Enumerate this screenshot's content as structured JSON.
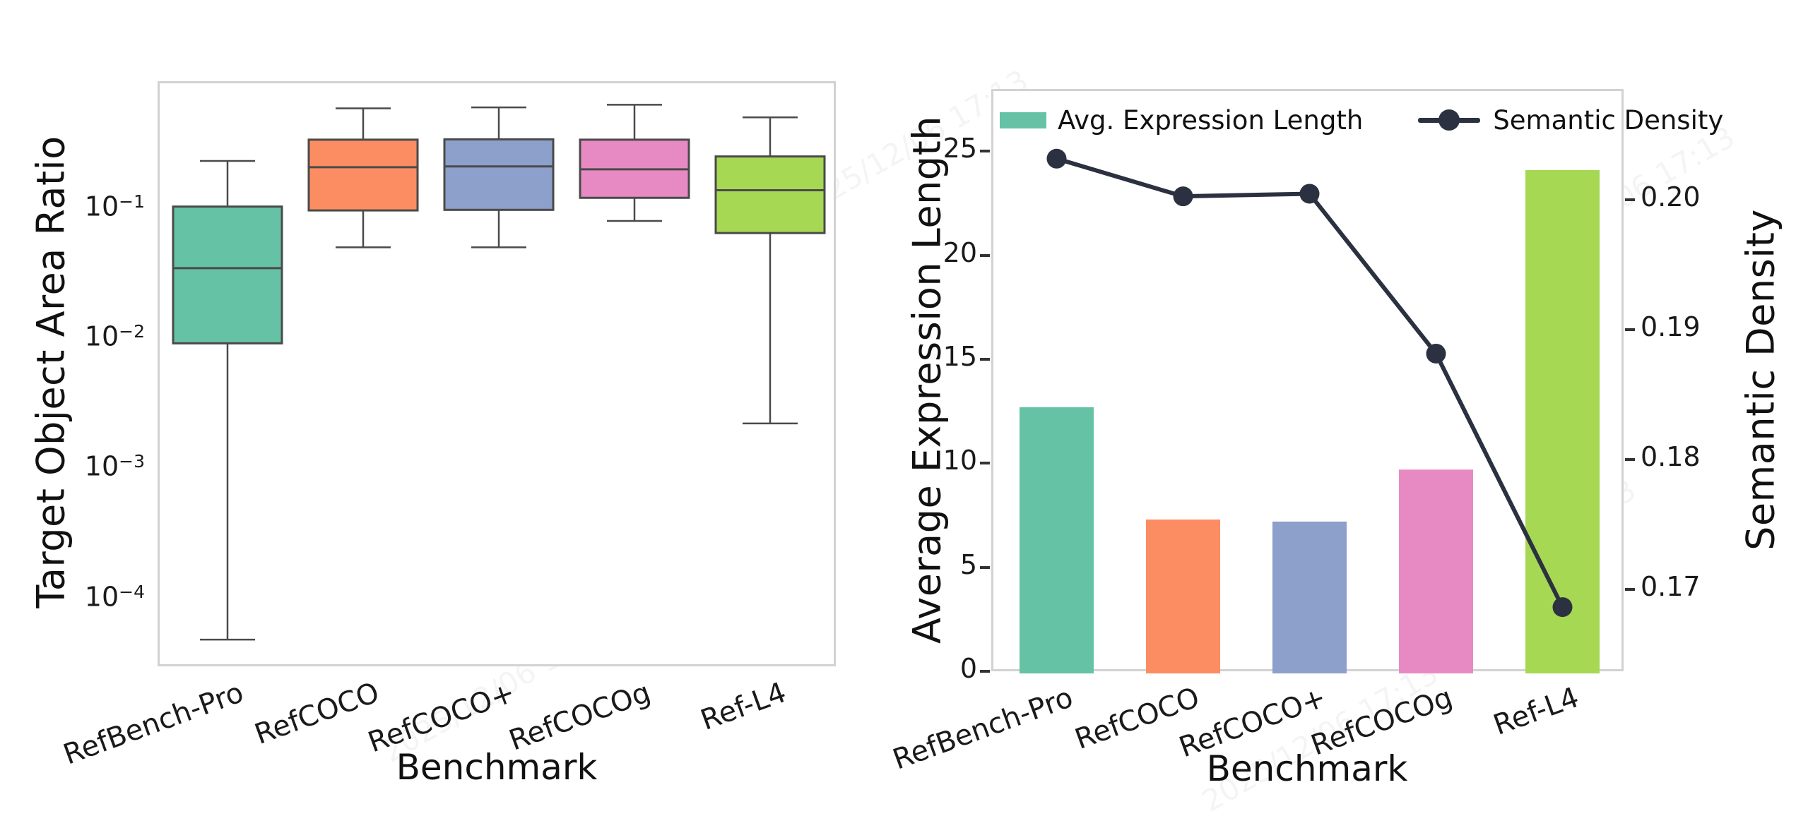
{
  "watermark": {
    "text": "2025/12/06 17:13"
  },
  "palette": [
    "#66c2a5",
    "#fc8d62",
    "#8da0cb",
    "#e78ac3",
    "#a6d854"
  ],
  "style": {
    "box_edge_color": "#4a4a4a",
    "line_color": "#2b3140",
    "spine_color": "#d2d2d2",
    "text_color": "#111111"
  },
  "chart_data": [
    {
      "type": "boxplot",
      "title": "",
      "xlabel": "Benchmark",
      "ylabel": "Target Object Area Ratio",
      "yscale": "log",
      "ylim": [
        3e-05,
        0.95
      ],
      "grid": false,
      "yticks": [
        {
          "value": 0.1,
          "base": "10",
          "exp": "-1"
        },
        {
          "value": 0.01,
          "base": "10",
          "exp": "-2"
        },
        {
          "value": 0.001,
          "base": "10",
          "exp": "-3"
        },
        {
          "value": 0.0001,
          "base": "10",
          "exp": "-4"
        }
      ],
      "categories": [
        "RefBench-Pro",
        "RefCOCO",
        "RefCOCO+",
        "RefCOCOg",
        "Ref-L4"
      ],
      "boxes": [
        {
          "category": "RefBench-Pro",
          "whisker_low": 5e-05,
          "q1": 0.0095,
          "median": 0.036,
          "q3": 0.107,
          "whisker_high": 0.24
        },
        {
          "category": "RefCOCO",
          "whisker_low": 0.052,
          "q1": 0.1,
          "median": 0.215,
          "q3": 0.35,
          "whisker_high": 0.61
        },
        {
          "category": "RefCOCO+",
          "whisker_low": 0.052,
          "q1": 0.101,
          "median": 0.218,
          "q3": 0.352,
          "whisker_high": 0.62
        },
        {
          "category": "RefCOCOg",
          "whisker_low": 0.083,
          "q1": 0.125,
          "median": 0.207,
          "q3": 0.35,
          "whisker_high": 0.65
        },
        {
          "category": "Ref-L4",
          "whisker_low": 0.0023,
          "q1": 0.067,
          "median": 0.143,
          "q3": 0.26,
          "whisker_high": 0.52
        }
      ]
    },
    {
      "type": "combo-bar-line",
      "title": "",
      "xlabel": "Benchmark",
      "ylabel_left": "Average Expression Length",
      "ylabel_right": "Semantic Density",
      "ylim_left": [
        0,
        28
      ],
      "ylim_right": [
        0.1637,
        0.2085
      ],
      "grid": false,
      "legend_position": "upper-inside",
      "yticks_left": [
        {
          "value": 0,
          "label": "0"
        },
        {
          "value": 5,
          "label": "5"
        },
        {
          "value": 10,
          "label": "10"
        },
        {
          "value": 15,
          "label": "15"
        },
        {
          "value": 20,
          "label": "20"
        },
        {
          "value": 25,
          "label": "25"
        }
      ],
      "yticks_right": [
        {
          "value": 0.17,
          "label": "0.17"
        },
        {
          "value": 0.18,
          "label": "0.18"
        },
        {
          "value": 0.19,
          "label": "0.19"
        },
        {
          "value": 0.2,
          "label": "0.20"
        }
      ],
      "categories": [
        "RefBench-Pro",
        "RefCOCO",
        "RefCOCO+",
        "RefCOCOg",
        "Ref-L4"
      ],
      "series": [
        {
          "name": "Avg. Expression Length",
          "type": "bar",
          "axis": "left",
          "values": [
            12.8,
            7.4,
            7.3,
            9.8,
            24.2
          ]
        },
        {
          "name": "Semantic Density",
          "type": "line",
          "axis": "right",
          "values": [
            0.2033,
            0.2004,
            0.2006,
            0.1883,
            0.1688
          ]
        }
      ]
    }
  ]
}
